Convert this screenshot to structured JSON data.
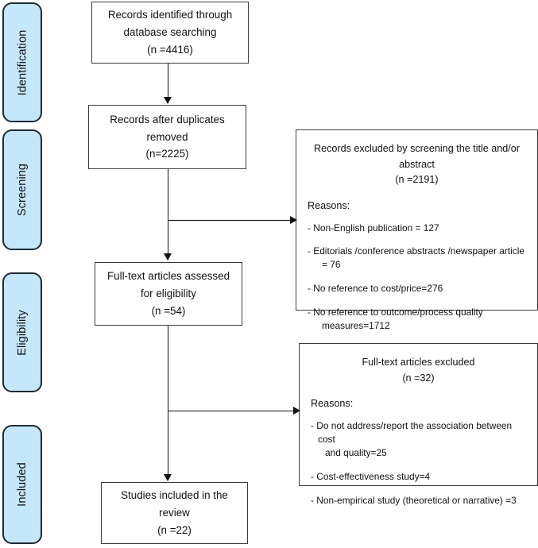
{
  "diagram": {
    "title": "PRISMA study selection flow diagram",
    "accent_color": "#c5e7fb",
    "border_color": "#1f2a33",
    "line_color": "#111111"
  },
  "stages": [
    {
      "label": "Identification"
    },
    {
      "label": "Screening"
    },
    {
      "label": "Eligibility"
    },
    {
      "label": "Included"
    }
  ],
  "flow_boxes": [
    {
      "name": "records-identified",
      "line1": "Records identified through",
      "line2": "database searching",
      "line3": "(n =4416)",
      "count": 4416
    },
    {
      "name": "records-after-duplicates",
      "line1": "Records after duplicates",
      "line2": "removed",
      "line3": "(n=2225)",
      "count": 2225
    },
    {
      "name": "fulltext-assessed",
      "line1": "Full-text articles assessed",
      "line2": "for eligibility",
      "line3": "(n =54)",
      "count": 54
    },
    {
      "name": "studies-included",
      "line1": "Studies included in the",
      "line2": "review",
      "line3": "(n =22)",
      "count": 22
    }
  ],
  "exclusion_boxes": [
    {
      "name": "records-excluded-screening",
      "head_line1": "Records excluded by screening the title and/or",
      "head_line2": "abstract",
      "head_line3": "(n =2191)",
      "count": 2191,
      "reasons_label": "Reasons:",
      "reasons": [
        {
          "text": "- Non-English publication = 127",
          "cont": ""
        },
        {
          "text": "- Editorials /conference abstracts /newspaper article",
          "cont": "= 76"
        },
        {
          "text": "- No reference to cost/price=276",
          "cont": ""
        },
        {
          "text": "- No reference to outcome/process quality",
          "cont": "measures=1712"
        }
      ]
    },
    {
      "name": "fulltext-excluded",
      "head_line1": "Full-text articles excluded",
      "head_line2": "(n =32)",
      "head_line3": "",
      "count": 32,
      "reasons_label": "Reasons:",
      "reasons": [
        {
          "text": "- Do not address/report the association between cost",
          "cont": "and quality=25"
        },
        {
          "text": "- Cost-effectiveness study=4",
          "cont": ""
        },
        {
          "text": "- Non-empirical study (theoretical or narrative) =3",
          "cont": ""
        }
      ]
    }
  ],
  "chart_data": {
    "type": "diagram",
    "title": "PRISMA flow of study selection",
    "nodes": [
      {
        "id": "identified",
        "label": "Records identified through database searching",
        "n": 4416,
        "stage": "Identification"
      },
      {
        "id": "after_duplicates",
        "label": "Records after duplicates removed",
        "n": 2225,
        "stage": "Screening"
      },
      {
        "id": "excluded_screening",
        "label": "Records excluded by screening the title and/or abstract",
        "n": 2191,
        "stage": "Screening"
      },
      {
        "id": "fulltext_assessed",
        "label": "Full-text articles assessed for eligibility",
        "n": 54,
        "stage": "Eligibility"
      },
      {
        "id": "fulltext_excluded",
        "label": "Full-text articles excluded",
        "n": 32,
        "stage": "Eligibility"
      },
      {
        "id": "included",
        "label": "Studies included in the review",
        "n": 22,
        "stage": "Included"
      }
    ],
    "edges": [
      {
        "from": "identified",
        "to": "after_duplicates"
      },
      {
        "from": "after_duplicates",
        "to": "fulltext_assessed"
      },
      {
        "from": "after_duplicates",
        "to": "excluded_screening"
      },
      {
        "from": "fulltext_assessed",
        "to": "included"
      },
      {
        "from": "fulltext_assessed",
        "to": "fulltext_excluded"
      }
    ],
    "exclusion_breakdown": {
      "screening": [
        {
          "reason": "Non-English publication",
          "n": 127
        },
        {
          "reason": "Editorials /conference abstracts /newspaper article",
          "n": 76
        },
        {
          "reason": "No reference to cost/price",
          "n": 276
        },
        {
          "reason": "No reference to outcome/process quality measures",
          "n": 1712
        }
      ],
      "fulltext": [
        {
          "reason": "Do not address/report the association between cost and quality",
          "n": 25
        },
        {
          "reason": "Cost-effectiveness study",
          "n": 4
        },
        {
          "reason": "Non-empirical study (theoretical or narrative)",
          "n": 3
        }
      ]
    }
  }
}
